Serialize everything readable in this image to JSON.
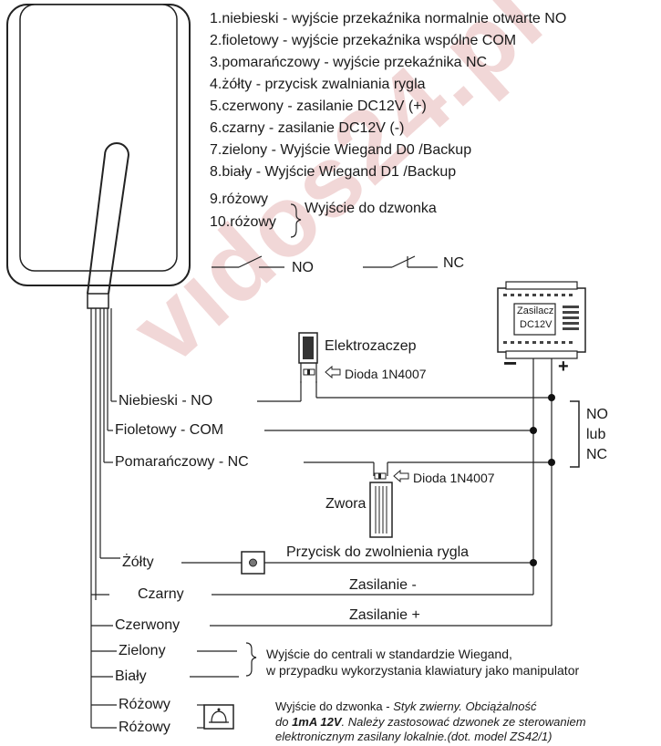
{
  "legend": [
    "1.niebieski - wyjście przekaźnika normalnie otwarte NO",
    "2.fioletowy - wyjście przekaźnika wspólne COM",
    "3.pomarańczowy - wyjście przekaźnika NC",
    "4.żółty - przycisk zwalniania rygla",
    "5.czerwony - zasilanie DC12V (+)",
    "6.czarny - zasilanie DC12V (-)",
    "7.zielony - Wyjście Wiegand D0 /Backup",
    "8.biały - Wyjście Wiegand D1 /Backup"
  ],
  "legend_pink": {
    "item9": "9.różowy",
    "item10": "10.różowy",
    "label": "Wyjście do dzwonka"
  },
  "switches": {
    "no": "NO",
    "nc": "NC"
  },
  "psu": {
    "line1": "Zasilacz",
    "line2": "DC12V",
    "minus": "−",
    "plus": "+"
  },
  "elektrozaczep": "Elektrozaczep",
  "dioda1": "Dioda 1N4007",
  "dioda2": "Dioda 1N4007",
  "zwora": "Zwora",
  "wires": {
    "niebieski": "Niebieski - NO",
    "fioletowy": "Fioletowy - COM",
    "pomaranczowy": "Pomarańczowy - NC",
    "zolty": "Żółty",
    "czarny": "Czarny",
    "czerwony": "Czerwony",
    "zielony": "Zielony",
    "bialy": "Biały",
    "rozowy1": "Różowy",
    "rozowy2": "Różowy"
  },
  "bracket": {
    "l1": "NO",
    "l2": "lub",
    "l3": "NC"
  },
  "przycisk": "Przycisk do zwolnienia rygla",
  "zasilanie_minus": "Zasilanie -",
  "zasilanie_plus": "Zasilanie +",
  "wiegand": {
    "line1": "Wyjście do centrali w standardzie Wiegand,",
    "line2": "w przypadku wykorzystania klawiatury jako manipulator"
  },
  "dzwonek": {
    "line1_a": "Wyjście do dzwonka - ",
    "line1_b": "Styk zwierny. Obciążalność",
    "line2_a": "do ",
    "line2_b": "1mA 12V",
    "line2_c": ". Należy zastosować dzwonek ze sterowaniem",
    "line3": "elektronicznym zasilany lokalnie.(dot. model ZS42/1)"
  },
  "watermark": "vidos24.pl"
}
